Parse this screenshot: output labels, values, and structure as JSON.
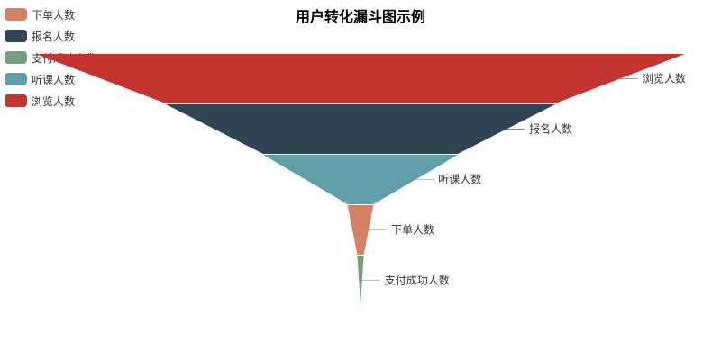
{
  "chart_data": {
    "type": "funnel",
    "title": "用户转化漏斗图示例",
    "sort": "descending",
    "legend": {
      "position": "top-left",
      "orient": "vertical",
      "entries": [
        "下单人数",
        "报名人数",
        "支付成功人数",
        "听课人数",
        "浏览人数"
      ]
    },
    "data": [
      {
        "name": "浏览人数",
        "value": 1000,
        "color": "#c23531"
      },
      {
        "name": "报名人数",
        "value": 600,
        "color": "#2f4554"
      },
      {
        "name": "听课人数",
        "value": 300,
        "color": "#61a0a8"
      },
      {
        "name": "下单人数",
        "value": 40,
        "color": "#d48265"
      },
      {
        "name": "支付成功人数",
        "value": 10,
        "color": "#749f83"
      }
    ]
  }
}
